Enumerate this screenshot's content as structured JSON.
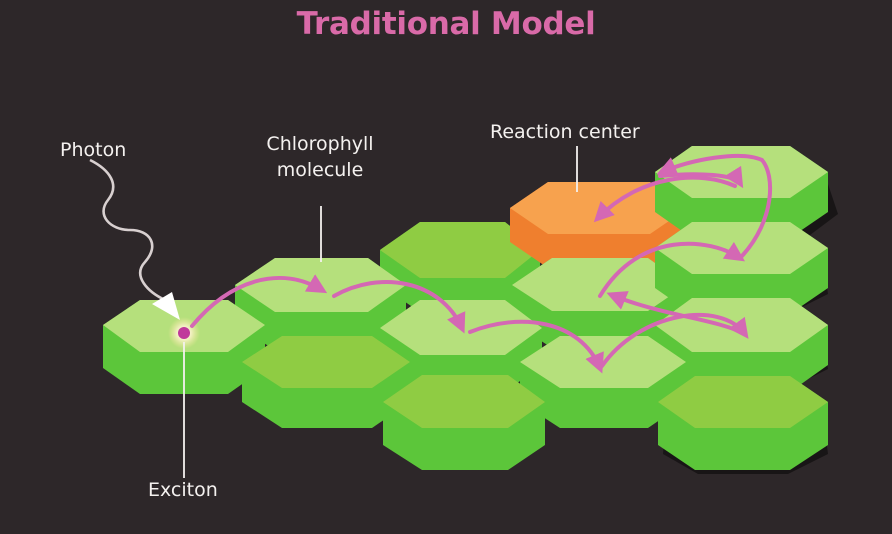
{
  "title": "Traditional Model",
  "labels": {
    "photon": "Photon",
    "chlorophyll_line1": "Chlorophyll",
    "chlorophyll_line2": "molecule",
    "reaction_center": "Reaction center",
    "exciton": "Exciton"
  },
  "colors": {
    "background": "#2d2729",
    "title": "#d96aa8",
    "label_text": "#f4f1ef",
    "hex_top": "#a9dc6a",
    "hex_top_light": "#c4e88e",
    "hex_side": "#5cc63a",
    "reaction_top": "#f7a24e",
    "reaction_side": "#ef7f2e",
    "arrow": "#d468b4",
    "exciton": "#c0399b"
  }
}
